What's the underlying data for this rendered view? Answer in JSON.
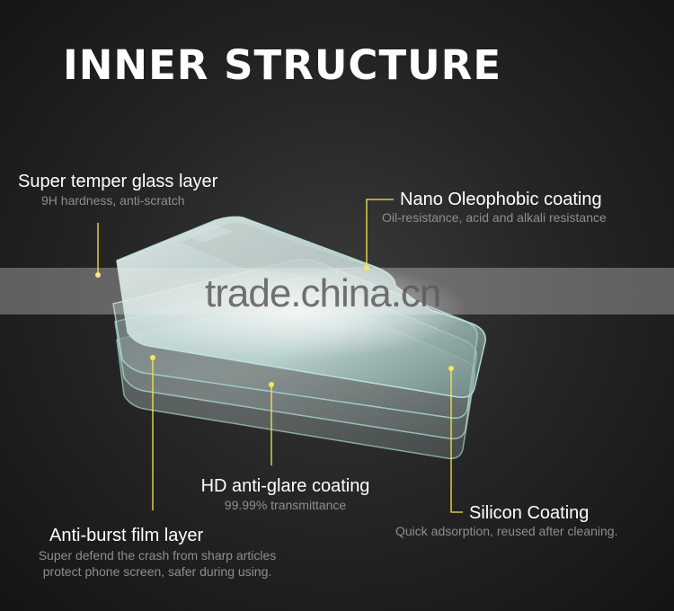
{
  "title": "INNER STRUCTURE",
  "watermark": "trade.china.cn",
  "colors": {
    "accent": "#f5e94a",
    "background": "#262626"
  },
  "labels": {
    "super_temper": {
      "heading": "Super temper glass layer",
      "sub": "9H hardness, anti-scratch"
    },
    "nano": {
      "heading": "Nano Oleophobic coating",
      "sub": "Oil-resistance, acid and alkali resistance"
    },
    "hd": {
      "heading": "HD anti-glare coating",
      "sub": "99.99% transmittance"
    },
    "silicon": {
      "heading": "Silicon Coating",
      "sub": "Quick adsorption, reused after cleaning."
    },
    "anti_burst": {
      "heading": "Anti-burst film layer",
      "sub1": "Super defend the crash from sharp articles",
      "sub2": "protect phone screen, safer during using."
    }
  }
}
